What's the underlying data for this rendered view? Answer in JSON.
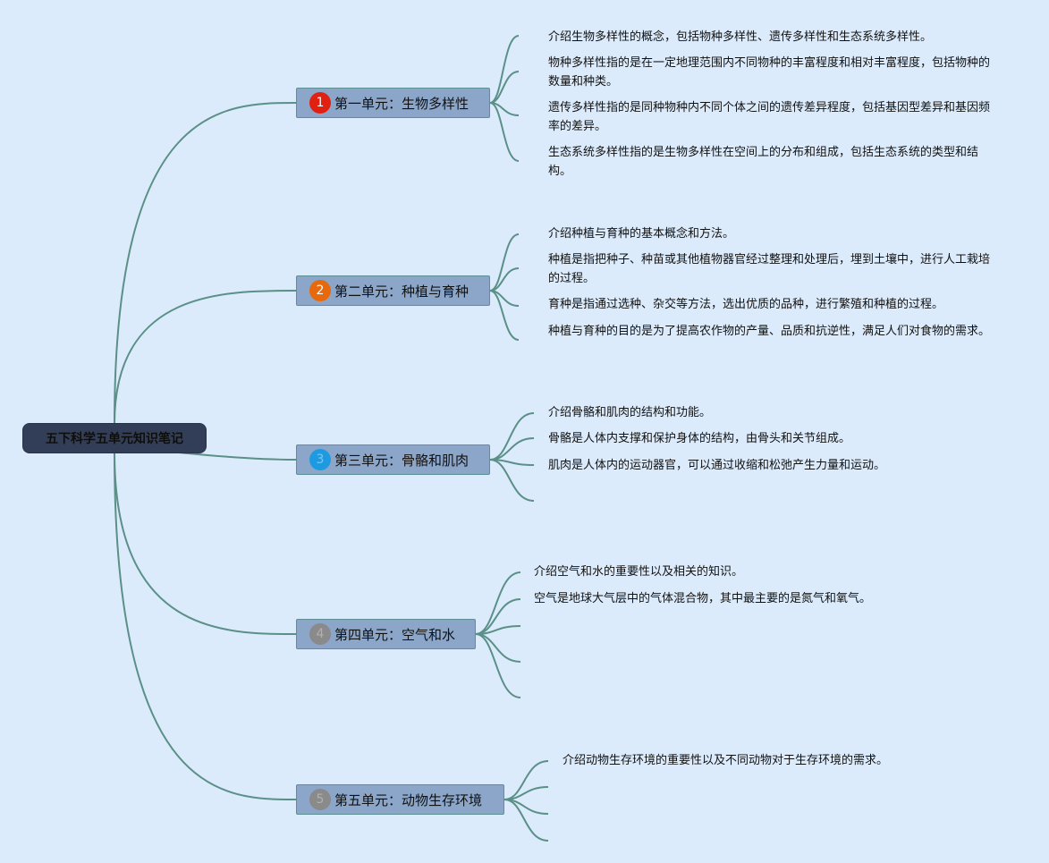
{
  "root": {
    "label": "五下科学五单元知识笔记"
  },
  "colors": {
    "branch_line": "#5a9088",
    "node_fill": "#8ba6c9",
    "root_fill": "#323e58"
  },
  "branches": [
    {
      "number": "1",
      "badge_color": "#e02010",
      "label": "第一单元：生物多样性",
      "leaves": [
        "介绍生物多样性的概念，包括物种多样性、遗传多样性和生态系统多样性。",
        "物种多样性指的是在一定地理范围内不同物种的丰富程度和相对丰富程度，包括物种的数量和种类。",
        "遗传多样性指的是同种物种内不同个体之间的遗传差异程度，包括基因型差异和基因频率的差异。",
        "生态系统多样性指的是生物多样性在空间上的分布和组成，包括生态系统的类型和结构。"
      ]
    },
    {
      "number": "2",
      "badge_color": "#e8680c",
      "label": "第二单元：种植与育种",
      "leaves": [
        "介绍种植与育种的基本概念和方法。",
        "种植是指把种子、种苗或其他植物器官经过整理和处理后，埋到土壤中，进行人工栽培的过程。",
        "育种是指通过选种、杂交等方法，选出优质的品种，进行繁殖和种植的过程。",
        "种植与育种的目的是为了提高农作物的产量、品质和抗逆性，满足人们对食物的需求。"
      ]
    },
    {
      "number": "3",
      "badge_color": "#1e9be0",
      "label": "第三单元：骨骼和肌肉",
      "leaves": [
        "介绍骨骼和肌肉的结构和功能。",
        "骨骼是人体内支撑和保护身体的结构，由骨头和关节组成。",
        "肌肉是人体内的运动器官，可以通过收缩和松弛产生力量和运动。"
      ]
    },
    {
      "number": "4",
      "badge_color": "#8a8a8a",
      "label": "第四单元：空气和水",
      "leaves": [
        "介绍空气和水的重要性以及相关的知识。",
        "空气是地球大气层中的气体混合物，其中最主要的是氮气和氧气。"
      ]
    },
    {
      "number": "5",
      "badge_color": "#8a8a8a",
      "label": "第五单元：动物生存环境",
      "leaves": [
        "介绍动物生存环境的重要性以及不同动物对于生存环境的需求。"
      ]
    }
  ]
}
